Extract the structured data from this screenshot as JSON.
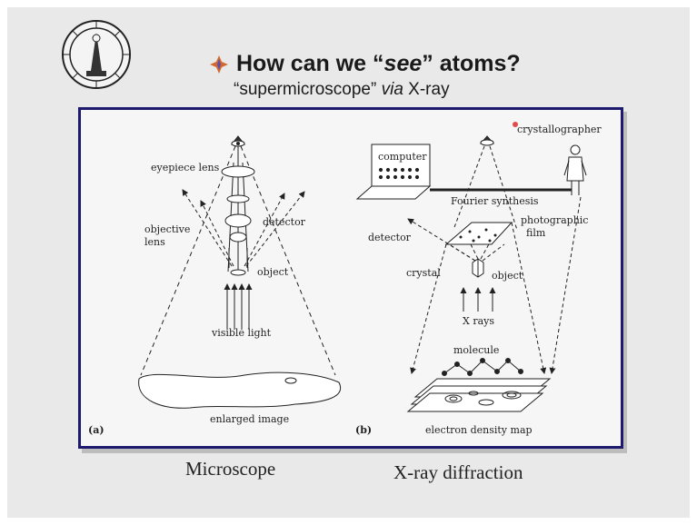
{
  "slide": {
    "title_prefix": "How can we “",
    "title_emphasis": "see",
    "title_suffix": "” atoms?",
    "subtitle_prefix": "“supermicroscope” ",
    "subtitle_emphasis": "via",
    "subtitle_suffix": " X-ray"
  },
  "microscope": {
    "panel_label": "(a)",
    "eyepiece": "eyepiece lens",
    "objective_1": "objective",
    "objective_2": "lens",
    "detector": "detector",
    "object": "object",
    "light": "visible light",
    "image": "enlarged image"
  },
  "xray": {
    "panel_label": "(b)",
    "computer": "computer",
    "crystallographer": "crystallographer",
    "fourier": "Fourier synthesis",
    "detector": "detector",
    "photographic": "photographic",
    "film": "film",
    "crystal": "crystal",
    "object": "object",
    "xrays": "X rays",
    "molecule": "molecule",
    "density_map": "electron density map"
  },
  "captions": {
    "left": "Microscope",
    "right": "X-ray diffraction"
  }
}
